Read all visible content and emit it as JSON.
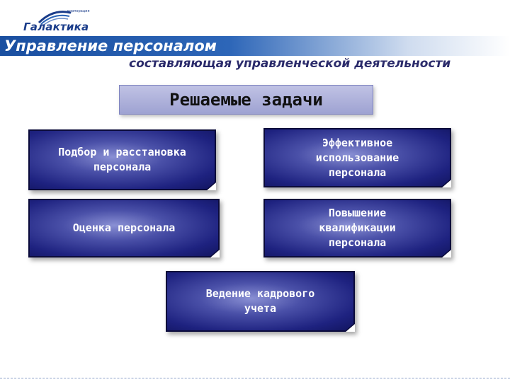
{
  "logo": {
    "name": "Галактика",
    "sub": "корпорация"
  },
  "header": {
    "title": "Управление персоналом",
    "subtitle": "составляющая управленческой деятельности"
  },
  "diagram": {
    "heading": "Решаемые задачи",
    "boxes": [
      "Подбор и расстановка\nперсонала",
      "Эффективное\nиспользование\nперсонала",
      "Оценка персонала",
      "Повышение\nквалификации\nперсонала",
      "Ведение кадрового\nучета"
    ]
  },
  "colors": {
    "title_bar": "#1a4fa0",
    "box_fill": "#1e2280",
    "heading_fill": "#a9acd9"
  }
}
